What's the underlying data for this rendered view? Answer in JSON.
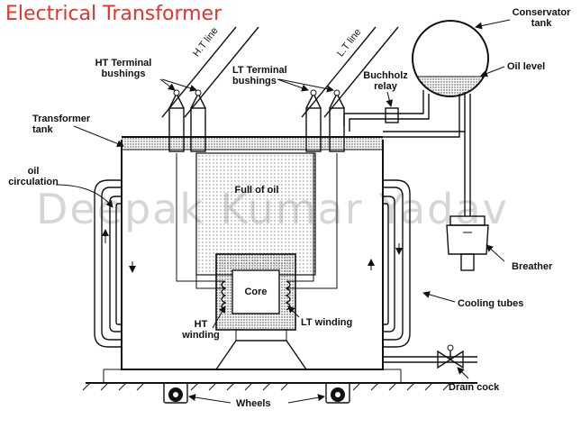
{
  "title": "Electrical Transformer",
  "watermark": "Deepak Kumar Yadav",
  "labels": {
    "ht_line": "H.T line",
    "lt_line": "L.T line",
    "conservator_tank": "Conservator\ntank",
    "oil_level": "Oil level",
    "ht_bushings": "HT Terminal\nbushings",
    "lt_bushings": "LT Terminal\nbushings",
    "buchholz_relay": "Buchholz\nrelay",
    "transformer_tank": "Transformer\ntank",
    "oil_circulation": "oil\ncirculation",
    "full_of_oil": "Full of oil",
    "core": "Core",
    "ht_winding": "HT\nwinding",
    "lt_winding": "LT winding",
    "breather": "Breather",
    "cooling_tubes": "Cooling tubes",
    "drain_cock": "Drain cock",
    "wheels": "Wheels"
  },
  "colors": {
    "title": "#e8322a",
    "ink": "#111111",
    "watermark": "#d6d6d6"
  }
}
